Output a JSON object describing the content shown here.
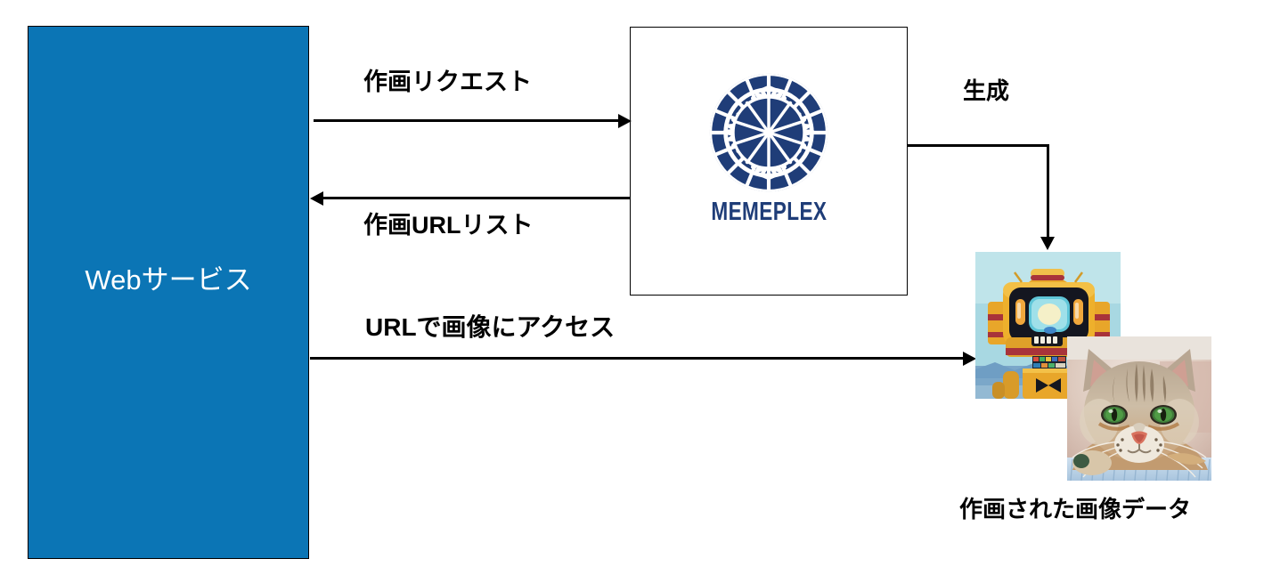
{
  "diagram": {
    "type": "flow-diagram",
    "title_text_present": false,
    "nodes": [
      {
        "id": "web-service",
        "label": "Webサービス",
        "shape": "rectangle",
        "fill": "#0B75B5",
        "text_color": "#FFFFFF",
        "border": "#000000"
      },
      {
        "id": "memeplex",
        "label": "MEMEPLEX",
        "shape": "rectangle",
        "fill": "#FFFFFF",
        "logo": "memeplex-gem-logo",
        "logo_color": "#1F3D78",
        "border": "#000000"
      },
      {
        "id": "generated-images",
        "label": "作画された画像データ",
        "shape": "image-stack",
        "images": [
          {
            "name": "robot-image",
            "description": "retro yellow robot with tv screen face"
          },
          {
            "name": "cat-image",
            "description": "tabby cat face on light blue blanket"
          }
        ]
      }
    ],
    "connectors": [
      {
        "id": "request",
        "label": "作画リクエスト",
        "from": "web-service",
        "to": "memeplex",
        "direction": "right",
        "style": "straight"
      },
      {
        "id": "url-list",
        "label": "作画URLリスト",
        "from": "memeplex",
        "to": "web-service",
        "direction": "left",
        "style": "straight"
      },
      {
        "id": "access",
        "label": "URLで画像にアクセス",
        "from": "web-service",
        "to": "generated-images",
        "direction": "right",
        "style": "straight"
      },
      {
        "id": "generate",
        "label": "生成",
        "from": "memeplex",
        "to": "generated-images",
        "direction": "down",
        "style": "elbow"
      }
    ],
    "colors": {
      "accent_blue": "#0B75B5",
      "logo_navy": "#1F3D78",
      "line": "#000000",
      "background": "#FFFFFF"
    }
  }
}
